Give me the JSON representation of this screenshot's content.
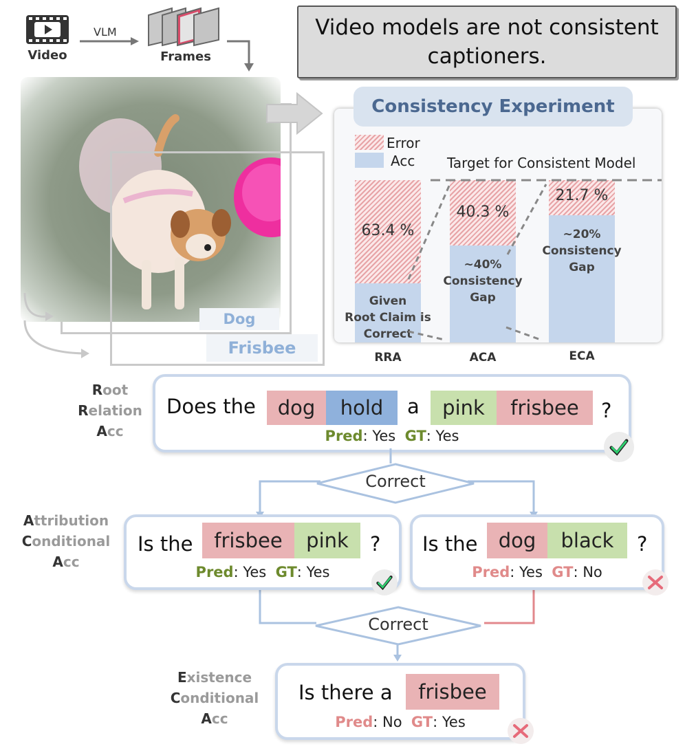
{
  "header": {
    "caption": "Video models are not consistent\ncaptioners."
  },
  "pipeline": {
    "video_label": "Video",
    "vlm_label": "VLM",
    "frames_label": "Frames"
  },
  "image": {
    "dog_tag": "Dog",
    "frisbee_tag": "Frisbee"
  },
  "chart_data": {
    "type": "bar",
    "title": "Consistency Experiment",
    "categories": [
      "RRA",
      "ACA",
      "ECA"
    ],
    "series": [
      {
        "name": "Error",
        "values": [
          63.4,
          40.3,
          21.7
        ],
        "color": "#e7a3a6"
      },
      {
        "name": "Acc",
        "values": [
          36.6,
          59.7,
          78.3
        ],
        "color": "#c5d6ec"
      }
    ],
    "ylim": [
      0,
      100
    ],
    "error_labels": [
      "63.4 %",
      "40.3 %",
      "21.7 %"
    ],
    "bar_notes": [
      "Given\nRoot Claim is\nCorrect",
      "~40%\nConsistency\nGap",
      "~20%\nConsistency\nGap"
    ],
    "target_label": "Target for Consistent Model",
    "legend": [
      "Error",
      "Acc"
    ]
  },
  "questions": {
    "root": {
      "prefix": "Does the",
      "chip1": "dog",
      "chip2": "hold",
      "mid": "a",
      "chip3": "pink",
      "chip4": "frisbee",
      "suffix": "?",
      "pred_key": "Pred",
      "pred_val": ": Yes",
      "gt_key": "GT",
      "gt_val": ": Yes",
      "status": "correct"
    },
    "attr_left": {
      "prefix": "Is the",
      "chip1": "frisbee",
      "chip2": "pink",
      "suffix": "?",
      "pred_key": "Pred",
      "pred_val": ": Yes",
      "gt_key": "GT",
      "gt_val": ": Yes",
      "status": "correct"
    },
    "attr_right": {
      "prefix": "Is the",
      "chip1": "dog",
      "chip2": "black",
      "suffix": "?",
      "pred_key": "Pred",
      "pred_val": ": Yes",
      "gt_key": "GT",
      "gt_val": ": No",
      "status": "wrong"
    },
    "exist": {
      "prefix": "Is there a",
      "chip1": "frisbee",
      "pred_key": "Pred",
      "pred_val": ": No",
      "gt_key": "GT",
      "gt_val": ": Yes",
      "status": "wrong"
    }
  },
  "decisions": {
    "top": "Correct",
    "bottom": "Correct"
  },
  "side_labels": {
    "rra": [
      {
        "initial": "R",
        "rest": "oot"
      },
      {
        "initial": "R",
        "rest": "elation"
      },
      {
        "initial": "A",
        "rest": "cc"
      }
    ],
    "aca": [
      {
        "initial": "A",
        "rest": "ttribution"
      },
      {
        "initial": "C",
        "rest": "onditional"
      },
      {
        "initial": "A",
        "rest": "cc"
      }
    ],
    "eca": [
      {
        "initial": "E",
        "rest": "xistence"
      },
      {
        "initial": "C",
        "rest": "onditional"
      },
      {
        "initial": "A",
        "rest": "cc"
      }
    ]
  },
  "colors": {
    "accent_blue": "#4b6890",
    "error_red": "#e7a3a6",
    "acc_blue": "#c5d6ec",
    "pred_green": "#6d8a2d",
    "pred_red": "#e08a8a"
  }
}
